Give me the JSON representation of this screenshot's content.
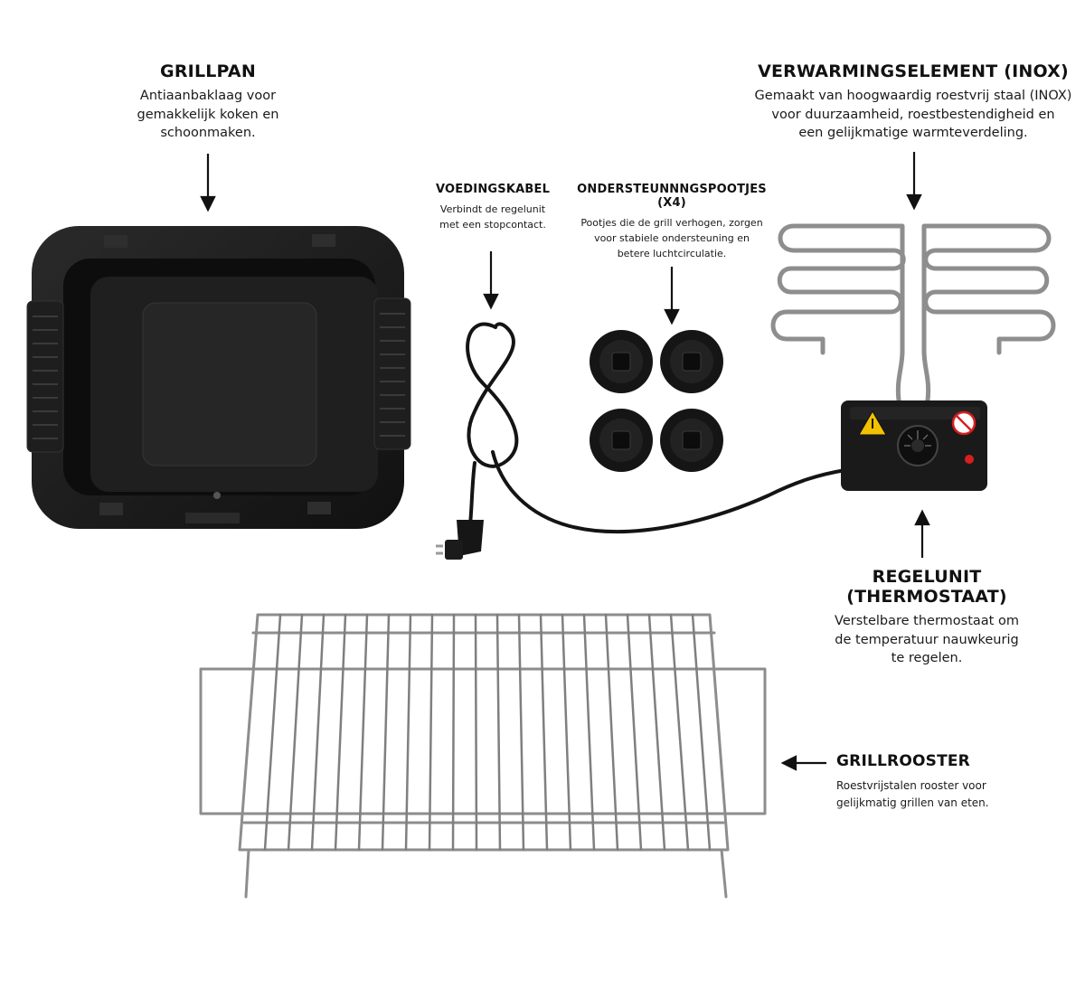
{
  "components": {
    "grillpan": {
      "title": "GRILLPAN",
      "description": "Antiaanbaklaag voor\ngemakkelijk koken en\nschoonmaken."
    },
    "voedingskabel": {
      "title": "VOEDINGSKABEL",
      "description": "Verbindt de regelunit\nmet een stopcontact."
    },
    "pootjes": {
      "title": "ONDERSTEUNNNGSPOOTJES (X4)",
      "description": "Pootjes die de grill verhogen, zorgen\nvoor stabiele ondersteuning en\nbetere luchtcirculatie."
    },
    "verwarmingselement": {
      "title": "VERWARMINGSELEMENT (INOX)",
      "description": "Gemaakt van hoogwaardig roestvrij staal (INOX)\nvoor duurzaamheid, roestbestendigheid en\neen gelijkmatige warmteverdeling."
    },
    "regelunit": {
      "title": "REGELUNIT (THERMOSTAAT)",
      "description": "Verstelbare thermostaat om\nde temperatuur nauwkeurig\nte regelen."
    },
    "grillrooster": {
      "title": "GRILLROOSTER",
      "description": "Roestvrijstalen rooster voor\ngelijkmatig grillen van eten."
    }
  },
  "colors": {
    "background": "#ffffff",
    "product_black": "#1c1c1c",
    "steel": "#8d8d8d",
    "warning_yellow": "#f2c200",
    "indicator_red": "#d81e1e"
  },
  "icons": {
    "arrow": "down-arrow-icon",
    "left_arrow": "left-arrow-icon",
    "warning": "hot-surface-warning-icon",
    "no_water": "no-immersion-icon"
  }
}
